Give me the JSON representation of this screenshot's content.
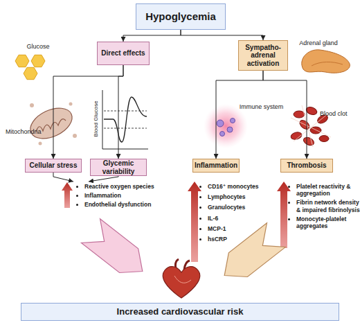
{
  "diagram": {
    "nodes": [
      {
        "text": [
          "Hypoglycemia"
        ]
      },
      {
        "text": [
          "Direct effects"
        ]
      },
      {
        "text": [
          "Sympatho-adrenal activation"
        ]
      },
      {
        "text": [
          "Cellular stress"
        ]
      },
      {
        "text": [
          "Glycemic variability"
        ]
      },
      {
        "text": [
          "Inflammation"
        ]
      },
      {
        "text": [
          "Thrombosis"
        ]
      },
      {
        "text": [
          "Increased cardiovascular risk"
        ]
      }
    ],
    "edges": [
      {
        "from": 0,
        "to": 1,
        "arrow": "to"
      },
      {
        "from": 0,
        "to": 2,
        "arrow": "to"
      },
      {
        "from": 1,
        "to": 3,
        "arrow": "to"
      },
      {
        "from": 1,
        "to": 4,
        "arrow": "to"
      },
      {
        "from": 2,
        "to": 5,
        "arrow": "to"
      },
      {
        "from": 2,
        "to": 6,
        "arrow": "to"
      }
    ],
    "labels": [
      "Glucose",
      "Adrenal gland",
      "Mitochondria",
      "Blood Glucose",
      "Immune system",
      "Blood clot",
      "Reactive oxygen species",
      "Inflammation",
      "Endothelial dysfunction",
      "CD16⁺ monocytes",
      "Lymphocytes",
      "Granulocytes",
      "IL-6",
      "MCP-1",
      "hsCRP",
      "Platelet reactivity & aggregation",
      "Fibrin network density & impaired fibrinolysis",
      "Monocyte-platelet aggregates"
    ]
  }
}
